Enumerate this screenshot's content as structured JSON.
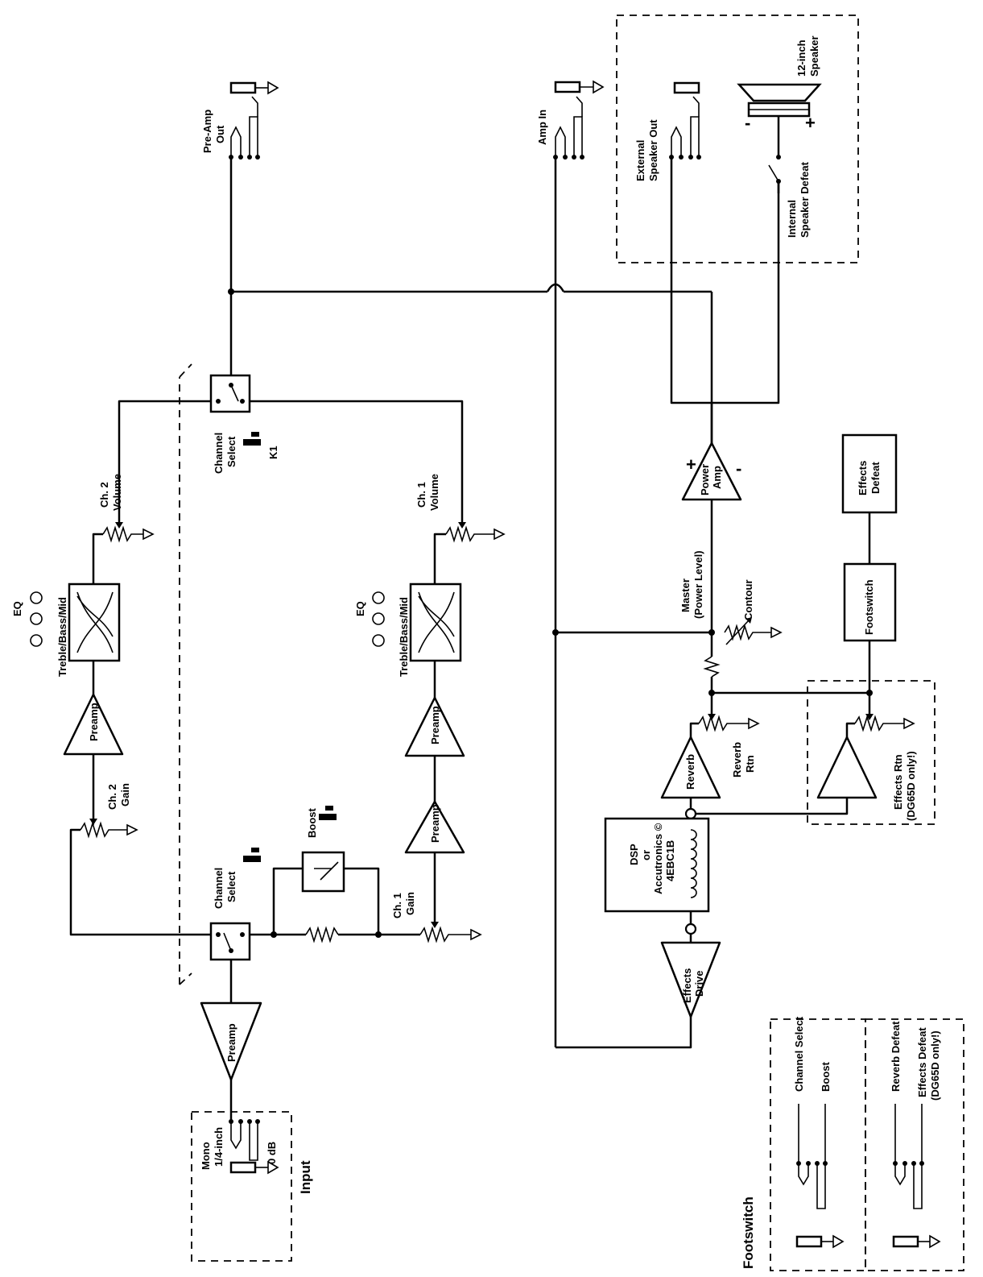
{
  "labels": {
    "pre_amp_out": [
      "Pre-Amp",
      "Out"
    ],
    "amp_in": "Amp In",
    "external_speaker_out": [
      "External",
      "Speaker Out"
    ],
    "speaker": [
      "12-inch",
      "Speaker"
    ],
    "internal_speaker_defeat": [
      "Internal",
      "Speaker Defeat"
    ],
    "channel_select": [
      "Channel",
      "Select"
    ],
    "k1": "K1",
    "ch2_volume": [
      "Ch. 2",
      "Volume"
    ],
    "ch1_volume": [
      "Ch. 1",
      "Volume"
    ],
    "eq": "EQ",
    "tone_stack": "Treble/Bass/Mid",
    "preamp": "Preamp",
    "ch2_gain": [
      "Ch. 2",
      "Gain"
    ],
    "ch1_gain": [
      "Ch. 1",
      "Gain"
    ],
    "boost": "Boost",
    "mono_input": [
      "Mono",
      "1/4-inch"
    ],
    "zero_db": "0 dB",
    "input": "Input",
    "power_amp": [
      "Power",
      "Amp"
    ],
    "master": [
      "Master",
      "(Power Level)"
    ],
    "contour": "Contour",
    "reverb": "Reverb",
    "reverb_rtn": [
      "Reverb",
      "Rtn"
    ],
    "effects_rtn": [
      "Effects Rtn",
      "(DG65D only!)"
    ],
    "effects_defeat_box": [
      "Effects",
      "Defeat"
    ],
    "footswitch_box": "Footswitch",
    "dsp": [
      "DSP",
      "or",
      "Accutronics ©",
      "4EBC1B"
    ],
    "effects_drive": [
      "Effects",
      "Drive"
    ],
    "footswitch_title": "Footswitch",
    "fs_channel_select": "Channel Select",
    "fs_boost": "Boost",
    "fs_reverb_defeat": "Reverb Defeat",
    "fs_effects_defeat": [
      "Effects Defeat",
      "(DG65D only!)"
    ],
    "plus": "+",
    "minus": "-"
  }
}
